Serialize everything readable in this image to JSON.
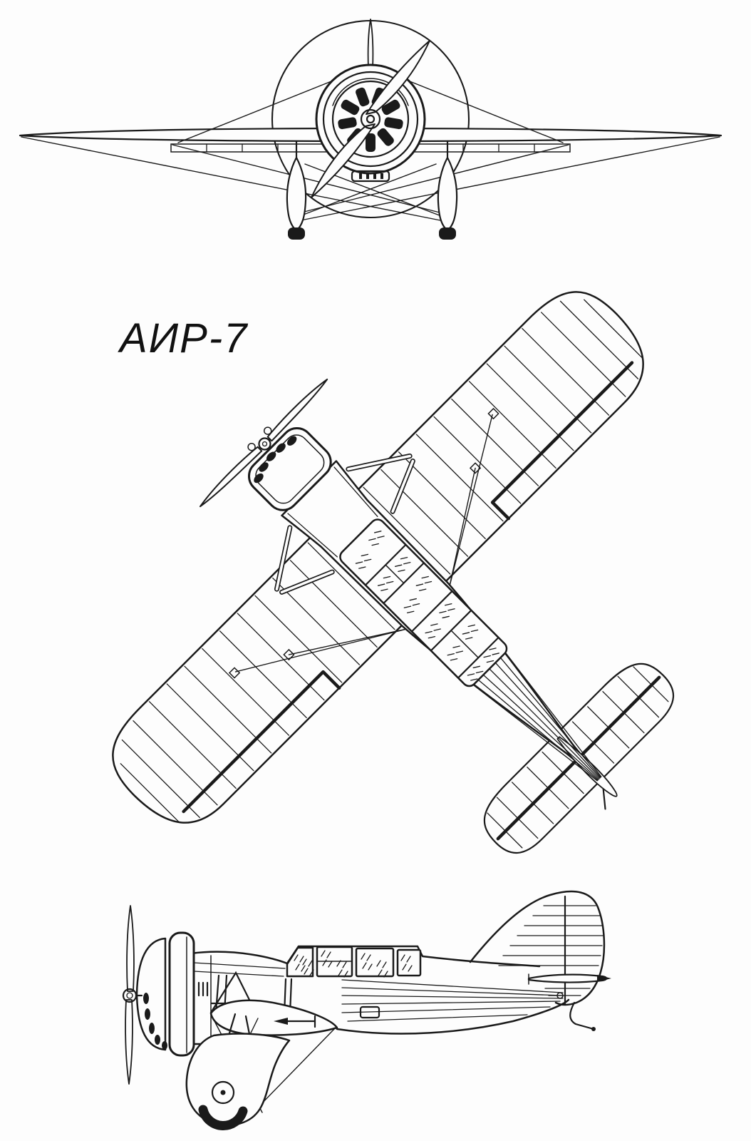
{
  "page": {
    "background_color": "#fdfdfd",
    "line_color": "#1a1a1a"
  },
  "diagram": {
    "title": "АИР-7",
    "kind": "aircraft three-view line drawing",
    "views": [
      "front-view",
      "top-view",
      "side-view"
    ]
  }
}
